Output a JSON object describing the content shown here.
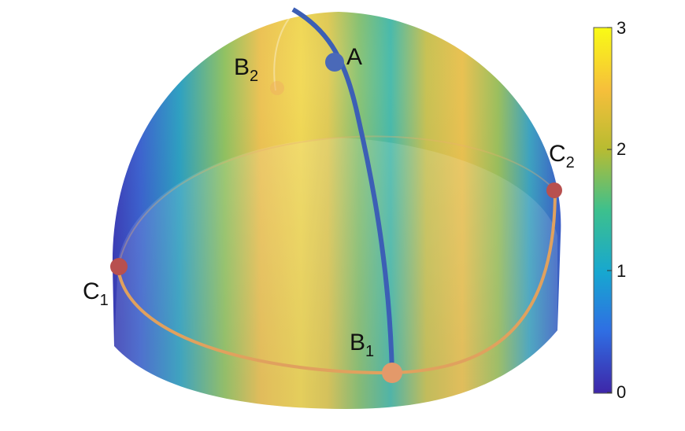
{
  "points": {
    "A": {
      "letter": "A",
      "subscript": ""
    },
    "B1": {
      "letter": "B",
      "subscript": "1"
    },
    "B2": {
      "letter": "B",
      "subscript": "2"
    },
    "C1": {
      "letter": "C",
      "subscript": "1"
    },
    "C2": {
      "letter": "C",
      "subscript": "2"
    }
  },
  "colorbar": {
    "min": 0,
    "max": 3,
    "ticks": [
      "0",
      "1",
      "2",
      "3"
    ],
    "colormap": [
      "#3e26a8",
      "#2f6ee3",
      "#17a7d0",
      "#3dc08d",
      "#b9bc31",
      "#f6bf3b",
      "#f9fb15"
    ]
  },
  "colors": {
    "geodesic_A_B1": "#3c5fb5",
    "equator": "#e0a15e",
    "point_A": "#4a69b8",
    "point_B1": "#e3996a",
    "point_C": "#b8504f"
  }
}
